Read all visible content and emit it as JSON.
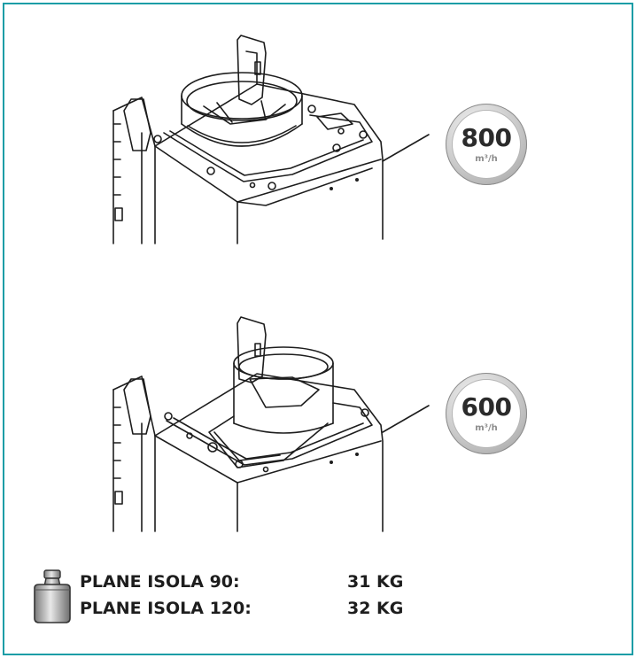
{
  "airflow": [
    {
      "value": "800",
      "unit": "m³/h"
    },
    {
      "value": "600",
      "unit": "m³/h"
    }
  ],
  "weights": [
    {
      "label": "PLANE ISOLA 90:",
      "value": "31 KG"
    },
    {
      "label": "PLANE ISOLA 120:",
      "value": "32 KG"
    }
  ],
  "colors": {
    "frame": "#1a9da6",
    "line": "#1d1d1d"
  },
  "icons": [
    "weight-icon"
  ]
}
